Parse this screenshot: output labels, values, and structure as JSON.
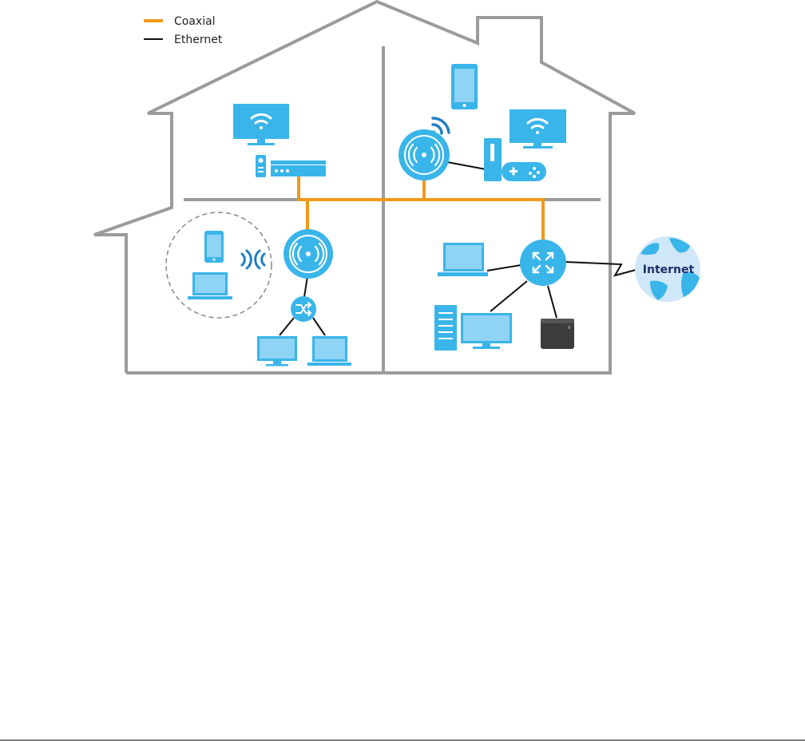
{
  "legend": {
    "coaxial_label": "Coaxial",
    "ethernet_label": "Ethernet"
  },
  "colors": {
    "coaxial": "#EE9A1B",
    "ethernet": "#111111",
    "house_outline": "#9b9b9b",
    "device_blue": "#39B5E9",
    "device_blue_dark": "#1e7fc2",
    "nas_dark": "#3c3c3c",
    "globe_light": "#cfe7f8",
    "globe_land": "#39B5E9",
    "internet_text": "#1c2f66",
    "footer_rule": "#000000"
  },
  "internet": {
    "label": "Internet"
  }
}
